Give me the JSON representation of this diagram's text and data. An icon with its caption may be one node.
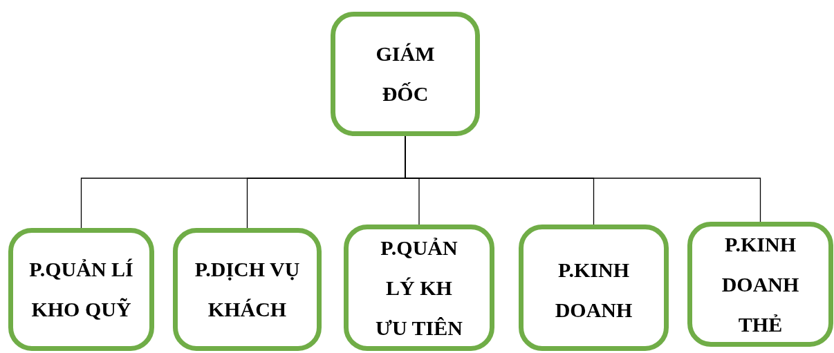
{
  "diagram": {
    "nodes": [
      {
        "text": [
          "GIÁM ĐỐC"
        ]
      },
      {
        "text": [
          "P.QUẢN LÍ KHO QUỸ"
        ]
      },
      {
        "text": [
          "P.DỊCH VỤ KHÁCH"
        ]
      },
      {
        "text": [
          "P.QUẢN LÝ KH ƯU TIÊN"
        ]
      },
      {
        "text": [
          "P.KINH DOANH"
        ]
      },
      {
        "text": [
          "P.KINH DOANH THẺ"
        ]
      }
    ],
    "edges": [
      {
        "from": 0,
        "to": 1,
        "arrow": "none"
      },
      {
        "from": 0,
        "to": 2,
        "arrow": "none"
      },
      {
        "from": 0,
        "to": 3,
        "arrow": "none"
      },
      {
        "from": 0,
        "to": 4,
        "arrow": "none"
      },
      {
        "from": 0,
        "to": 5,
        "arrow": "none"
      }
    ]
  }
}
